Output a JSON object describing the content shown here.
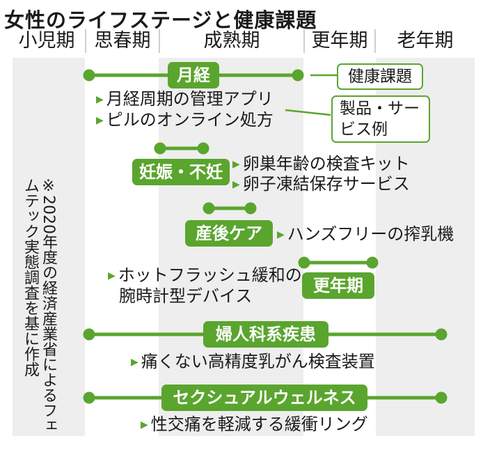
{
  "title": "女性のライフステージと健康課題",
  "stages": [
    "小児期",
    "思春期",
    "成熟期",
    "更年期",
    "老年期"
  ],
  "note": "※2020年度の経済産業省によるフェムテック実態調査を基に作成",
  "legend": {
    "issue": "健康課題",
    "products": "製品・サービス例"
  },
  "topics": [
    {
      "label": "月経",
      "items": [
        "月経周期の管理アプリ",
        "ピルのオンライン処方"
      ]
    },
    {
      "label": "妊娠・不妊",
      "items": [
        "卵巣年齢の検査キット",
        "卵子凍結保存サービス"
      ]
    },
    {
      "label": "産後ケア",
      "items": [
        "ハンズフリーの搾乳機"
      ]
    },
    {
      "label": "更年期",
      "items": [
        "ホットフラッシュ緩和の",
        "腕時計型デバイス"
      ]
    },
    {
      "label": "婦人科系疾患",
      "items": [
        "痛くない高精度乳がん検査装置"
      ]
    },
    {
      "label": "セクシュアルウェルネス",
      "items": [
        "性交痛を軽減する緩衝リング"
      ]
    }
  ],
  "colors": {
    "accent": "#5aa52e",
    "band": "#eeeeee",
    "text": "#1a1a1a"
  }
}
